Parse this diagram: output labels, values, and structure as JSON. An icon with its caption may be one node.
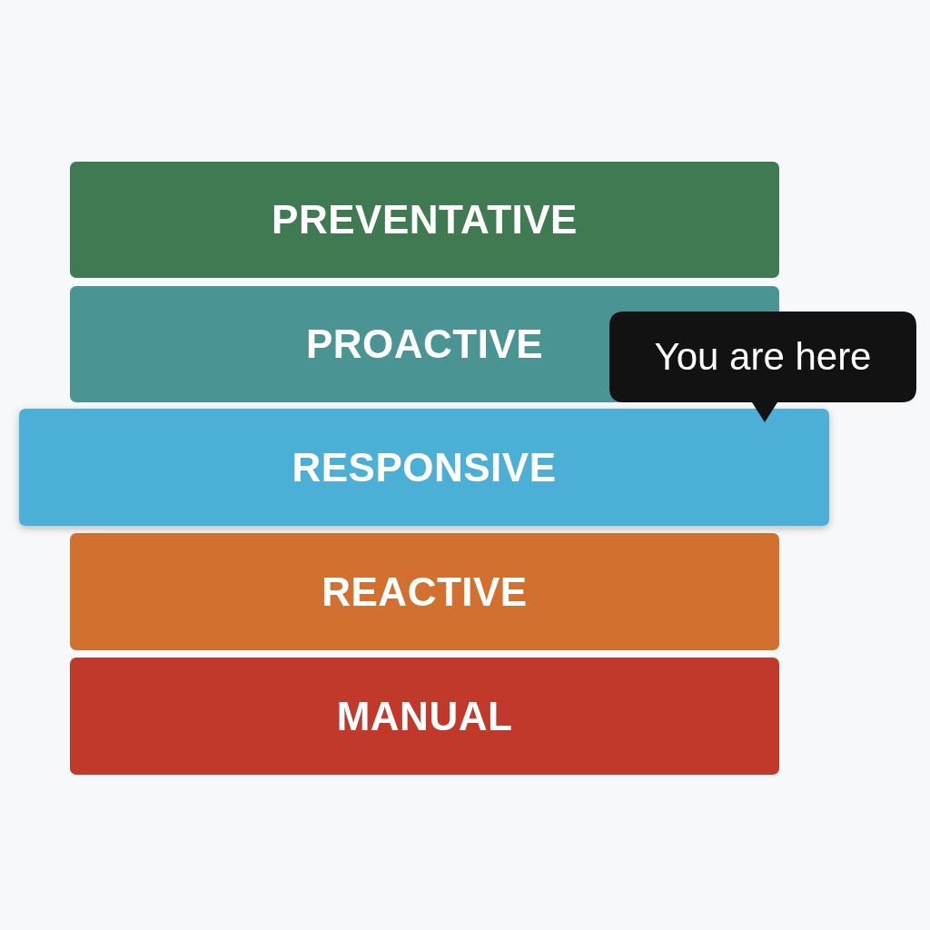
{
  "diagram": {
    "nodes": [
      {
        "text": [
          "PREVENTATIVE"
        ]
      },
      {
        "text": [
          "PROACTIVE"
        ]
      },
      {
        "text": [
          "RESPONSIVE"
        ]
      },
      {
        "text": [
          "REACTIVE"
        ]
      },
      {
        "text": [
          "MANUAL"
        ]
      },
      {
        "text": [
          "You are here"
        ]
      }
    ]
  }
}
